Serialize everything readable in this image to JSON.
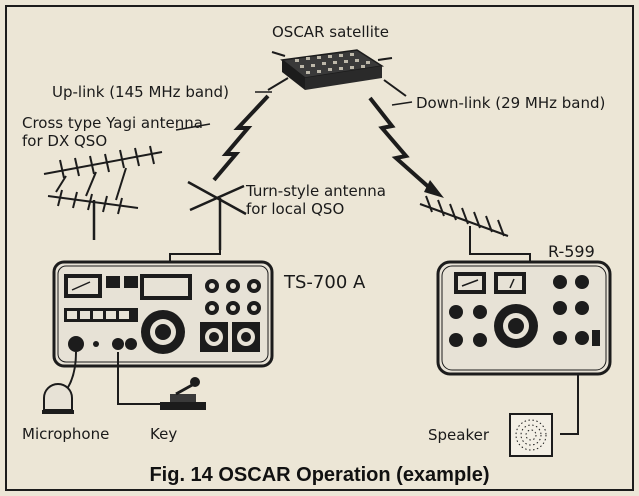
{
  "labels": {
    "satellite": "OSCAR satellite",
    "uplink": "Up-link (145 MHz band)",
    "downlink": "Down-link (29 MHz band)",
    "yagi_line1": "Cross type Yagi antenna",
    "yagi_line2": "for DX QSO",
    "turnstile_line1": "Turn-style antenna",
    "turnstile_line2": "for local QSO",
    "transceiver": "TS-700 A",
    "receiver": "R-599",
    "microphone": "Microphone",
    "key": "Key",
    "speaker": "Speaker"
  },
  "caption": "Fig. 14  OSCAR Operation (example)",
  "colors": {
    "paper": "#ece6d6",
    "ink": "#1c1c1c",
    "panel": "#e7e2d6"
  }
}
